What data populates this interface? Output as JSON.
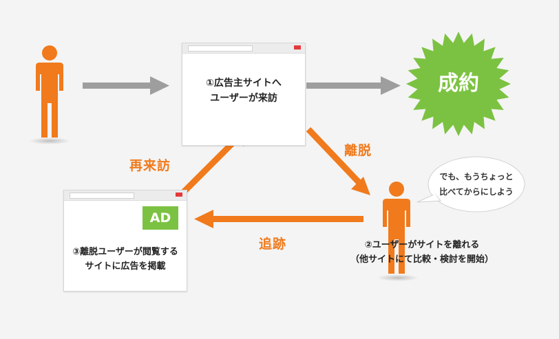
{
  "step1": {
    "line1": "①広告主サイトへ",
    "line2": "ユーザーが来訪"
  },
  "step2": {
    "line1": "②ユーザーがサイトを離れる",
    "line2": "（他サイトにて比較・検討を開始）"
  },
  "step3": {
    "line1": "③離脱ユーザーが閲覧する",
    "line2": "サイトに広告を掲載"
  },
  "labels": {
    "leave": "離脱",
    "chase": "追跡",
    "revisit": "再来訪"
  },
  "conversion": "成約",
  "ad_badge": "AD",
  "bubble": {
    "line1": "でも、もうちょっと",
    "line2": "比べてからにしよう"
  },
  "colors": {
    "orange": "#f07a1c",
    "green": "#7cc242",
    "gray_arrow": "#9e9e9e",
    "close_button": "#e33a3a"
  }
}
